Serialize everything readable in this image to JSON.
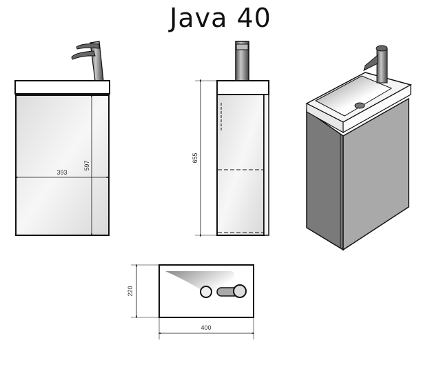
{
  "title": "Java 40",
  "front_view": {
    "width_label": "393",
    "height_label": "597"
  },
  "side_view": {
    "height_label": "655"
  },
  "top_view": {
    "depth_label": "220",
    "width_label": "400"
  },
  "colors": {
    "line": "#111111",
    "panel": "#e6e6e6",
    "cabinet_iso_front": "#a9a9a9",
    "cabinet_iso_side": "#7a7a7a",
    "chrome": "#7d7d7d"
  }
}
